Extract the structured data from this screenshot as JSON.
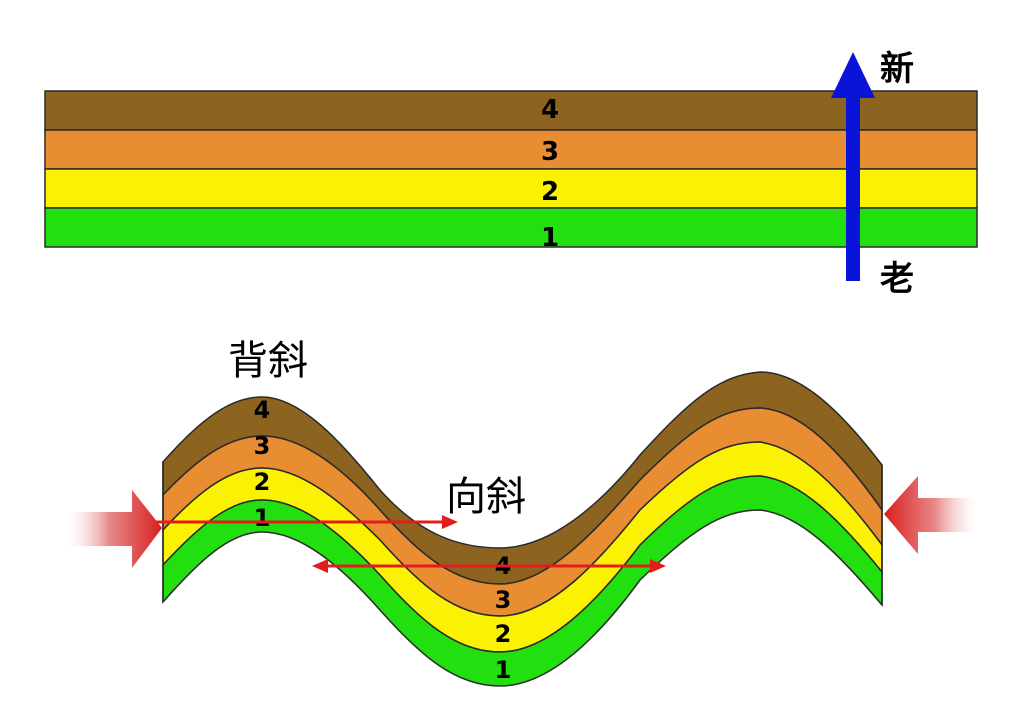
{
  "colors": {
    "layer_4": "#8c6420",
    "layer_3": "#e88d32",
    "layer_2": "#fbf203",
    "layer_1": "#22e010",
    "boundary": "#2a2a2a",
    "age_arrow": "#0a14d8",
    "compression_arrow": "#d81e1e",
    "span_line": "#e21d1d"
  },
  "top_section": {
    "layer_labels": [
      "4",
      "3",
      "2",
      "1"
    ],
    "arrow_top_label": "新",
    "arrow_bottom_label": "老"
  },
  "bottom_section": {
    "anticline_label": "背斜",
    "syncline_label": "向斜",
    "anticline_layer_labels": [
      "4",
      "3",
      "2",
      "1"
    ],
    "syncline_layer_labels": [
      "4",
      "3",
      "2",
      "1"
    ]
  },
  "icons": {
    "age_arrow": "up-arrow-icon",
    "left_force": "right-arrow-icon",
    "right_force": "left-arrow-icon"
  }
}
